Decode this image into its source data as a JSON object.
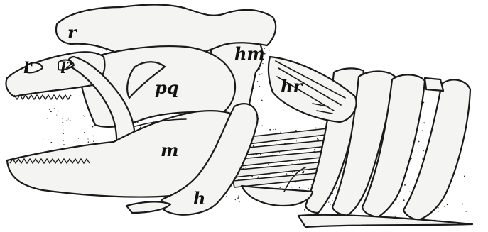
{
  "figure": {
    "labels": {
      "r": "r",
      "l1": "l'",
      "l2": "l²",
      "pq": "pq",
      "hm": "hm",
      "hr": "hr",
      "m": "m",
      "h": "h"
    }
  }
}
